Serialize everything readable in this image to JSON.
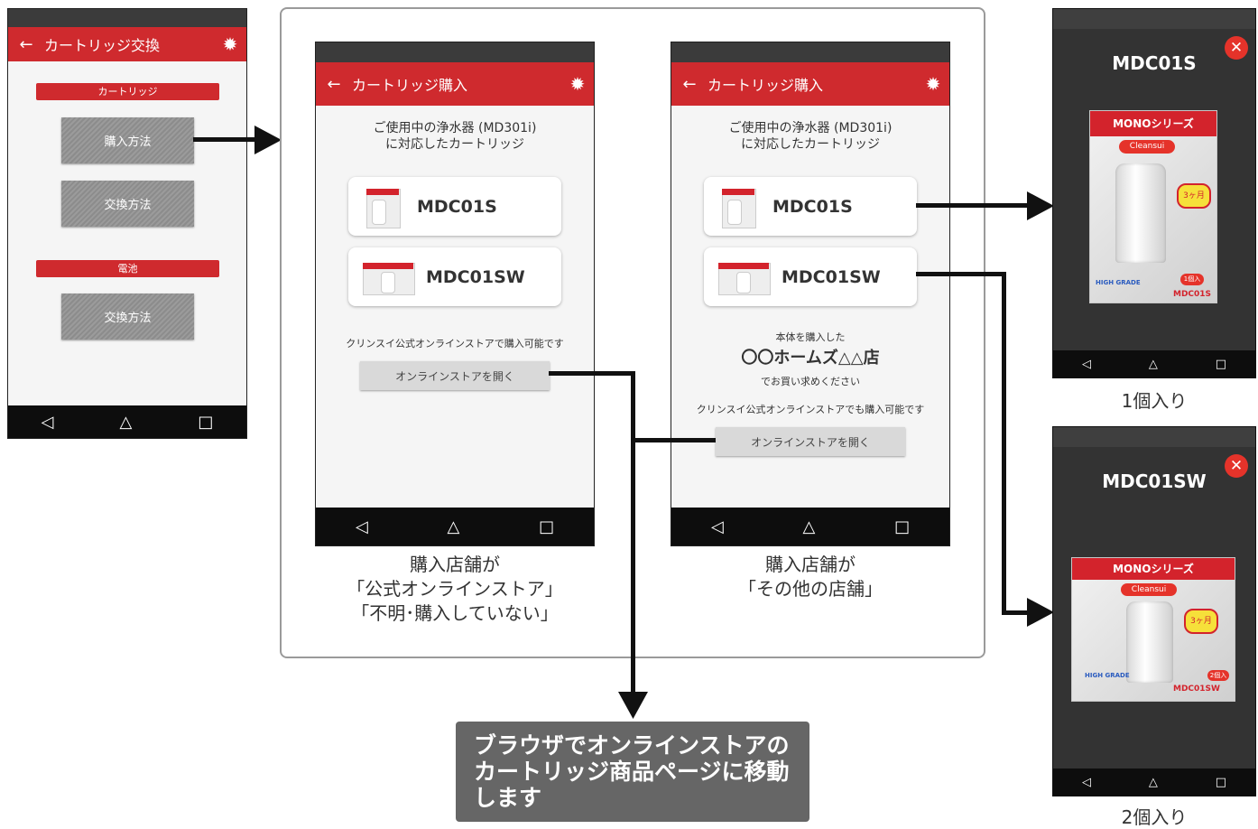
{
  "screen1": {
    "title": "カートリッジ交換",
    "section_cartridge": "カートリッジ",
    "btn_purchase": "購入方法",
    "btn_exchange": "交換方法",
    "section_battery": "電池",
    "btn_battery_exchange": "交換方法"
  },
  "purchase_screen": {
    "title": "カートリッジ購入",
    "intro_line1": "ご使用中の浄水器 (MD301i)",
    "intro_line2": "に対応したカートリッジ",
    "product1": "MDC01S",
    "product2": "MDC01SW"
  },
  "screen_a": {
    "online_text": "クリンスイ公式オンラインストアで購入可能です",
    "store_button": "オンラインストアを開く",
    "caption_line1": "購入店舗が",
    "caption_line2": "「公式オンラインストア」",
    "caption_line3": "「不明･購入していない」"
  },
  "screen_b": {
    "bought_at": "本体を購入した",
    "store_name": "〇〇ホームズ△△店",
    "please_buy": "でお買い求めください",
    "online_text": "クリンスイ公式オンラインストアでも購入可能です",
    "store_button": "オンラインストアを開く",
    "caption_line1": "購入店舗が",
    "caption_line2": "「その他の店舗」"
  },
  "popup1": {
    "title": "MDC01S",
    "series": "MONOシリーズ",
    "brand": "Cleansui",
    "months": "3ヶ月",
    "count_badge": "1個入",
    "grade": "HIGH GRADE",
    "model_print": "MDC01S",
    "quantity": "1個入り"
  },
  "popup2": {
    "title": "MDC01SW",
    "series": "MONOシリーズ",
    "brand": "Cleansui",
    "months": "3ヶ月",
    "count_badge": "2個入",
    "grade": "HIGH GRADE",
    "model_print": "MDC01SW",
    "quantity": "2個入り"
  },
  "result_message": {
    "line1": "ブラウザでオンラインストアの",
    "line2": "カートリッジ商品ページに移動",
    "line3": "します"
  },
  "icons": {
    "back": "arrow-left-icon",
    "settings": "gear-icon",
    "nav_back": "triangle-back-icon",
    "nav_home": "home-icon",
    "nav_recent": "square-recent-icon",
    "close": "close-icon"
  },
  "colors": {
    "accent_red": "#cf2a2e",
    "status_bar": "#3b3b3b",
    "nav_bar": "#0d0d0d",
    "message_box": "#666666"
  }
}
